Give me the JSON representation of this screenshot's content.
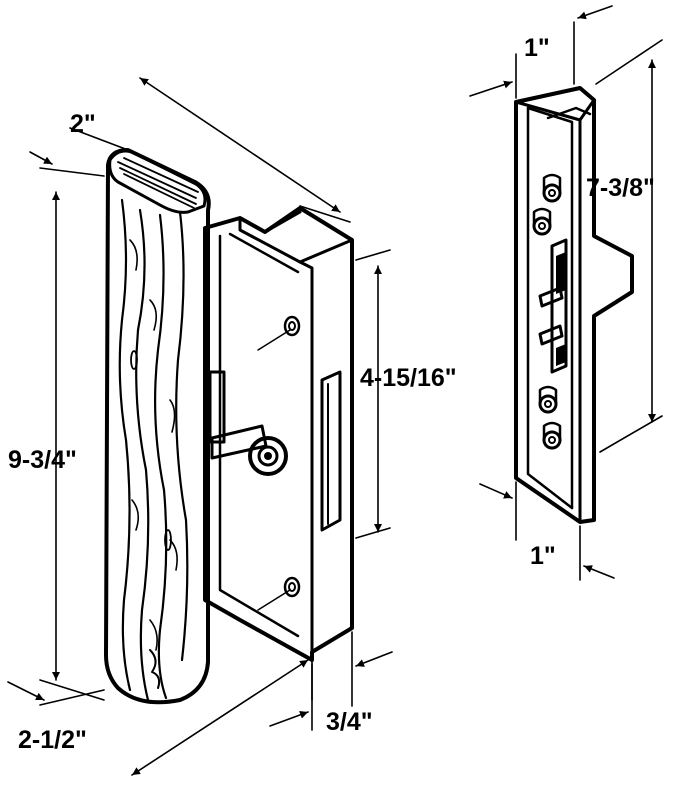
{
  "dimensions": {
    "handle_width": "2\"",
    "handle_height": "9-3/4\"",
    "handle_depth": "2-1/2\"",
    "hole_spacing": "4-15/16\"",
    "body_thickness": "3/4\"",
    "keeper_top_width": "1\"",
    "keeper_height": "7-3/8\"",
    "keeper_bottom_width": "1\""
  },
  "colors": {
    "ink": "#000000",
    "paper": "#ffffff"
  },
  "icons": {
    "arrow": "dimension-arrow-icon"
  }
}
